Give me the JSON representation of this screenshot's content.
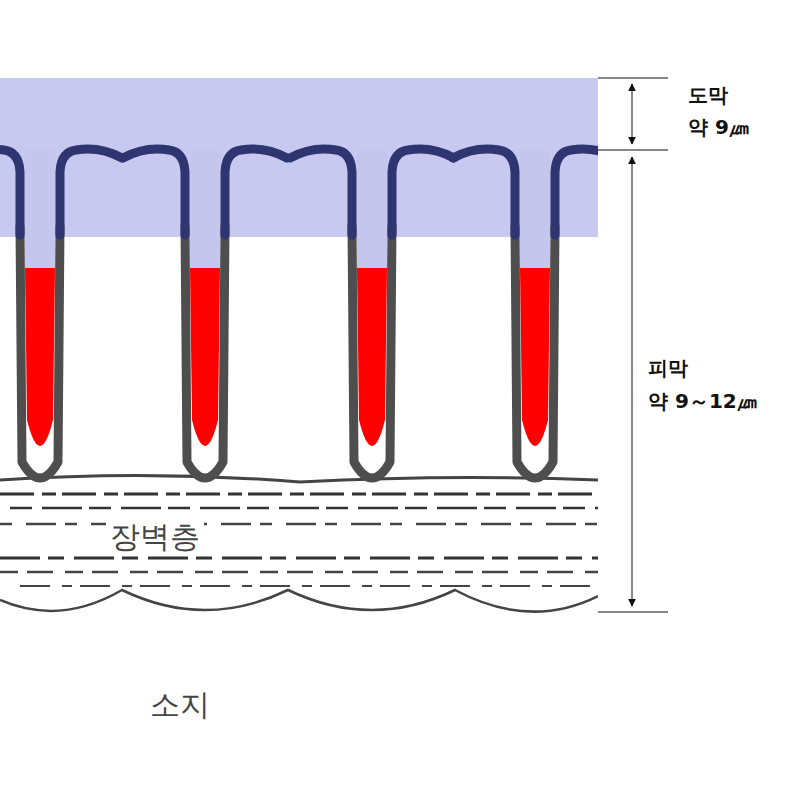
{
  "diagram": {
    "labels": [
      "도막",
      "약 9㎛",
      "피막",
      "약 9～12㎛",
      "장벽층",
      "소지"
    ]
  }
}
